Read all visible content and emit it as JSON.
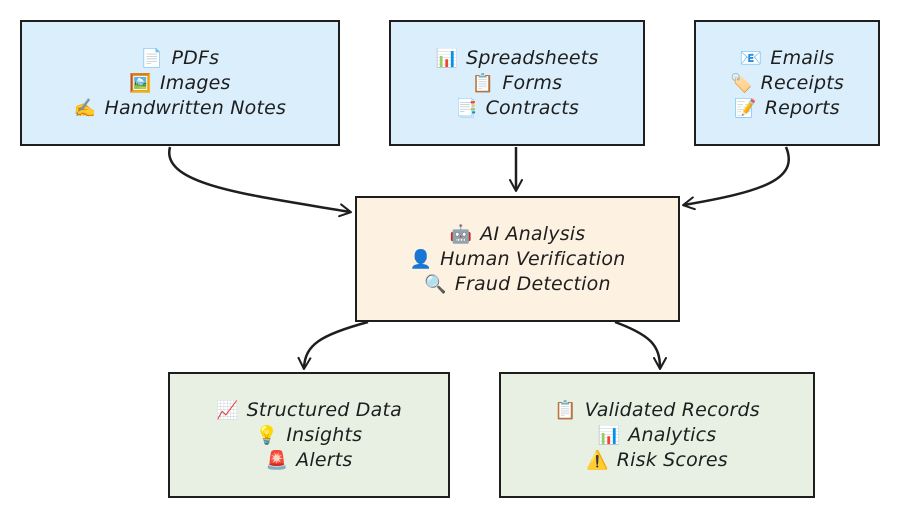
{
  "nodes": {
    "sources_1": {
      "items": [
        {
          "icon": "📄",
          "icon_name": "document-icon",
          "text": "PDFs"
        },
        {
          "icon": "🖼️",
          "icon_name": "image-icon",
          "text": "Images"
        },
        {
          "icon": "✍️",
          "icon_name": "writing-hand-icon",
          "text": "Handwritten Notes"
        }
      ]
    },
    "sources_2": {
      "items": [
        {
          "icon": "📊",
          "icon_name": "bar-chart-icon",
          "text": "Spreadsheets"
        },
        {
          "icon": "📋",
          "icon_name": "clipboard-icon",
          "text": "Forms"
        },
        {
          "icon": "📑",
          "icon_name": "bookmark-tabs-icon",
          "text": "Contracts"
        }
      ]
    },
    "sources_3": {
      "items": [
        {
          "icon": "📧",
          "icon_name": "email-icon",
          "text": "Emails"
        },
        {
          "icon": "🏷️",
          "icon_name": "label-tag-icon",
          "text": "Receipts"
        },
        {
          "icon": "📝",
          "icon_name": "memo-icon",
          "text": "Reports"
        }
      ]
    },
    "processing": {
      "items": [
        {
          "icon": "🤖",
          "icon_name": "robot-icon",
          "text": "AI Analysis"
        },
        {
          "icon": "👤",
          "icon_name": "person-icon",
          "text": "Human Verification"
        },
        {
          "icon": "🔍",
          "icon_name": "magnifier-icon",
          "text": "Fraud Detection"
        }
      ]
    },
    "output_1": {
      "items": [
        {
          "icon": "📈",
          "icon_name": "trend-chart-icon",
          "text": "Structured Data"
        },
        {
          "icon": "💡",
          "icon_name": "light-bulb-icon",
          "text": "Insights"
        },
        {
          "icon": "🚨",
          "icon_name": "siren-icon",
          "text": "Alerts"
        }
      ]
    },
    "output_2": {
      "items": [
        {
          "icon": "📋",
          "icon_name": "clipboard-icon",
          "text": "Validated Records"
        },
        {
          "icon": "📊",
          "icon_name": "bar-chart-icon",
          "text": "Analytics"
        },
        {
          "icon": "⚠️",
          "icon_name": "warning-icon",
          "text": "Risk Scores"
        }
      ]
    }
  },
  "edges": [
    {
      "from": "sources_1",
      "to": "processing"
    },
    {
      "from": "sources_2",
      "to": "processing"
    },
    {
      "from": "sources_3",
      "to": "processing"
    },
    {
      "from": "processing",
      "to": "output_1"
    },
    {
      "from": "processing",
      "to": "output_2"
    }
  ],
  "colors": {
    "source_fill": "#dbeefb",
    "processing_fill": "#fdf1e1",
    "output_fill": "#e7f0e3",
    "stroke": "#1e1e1e"
  }
}
